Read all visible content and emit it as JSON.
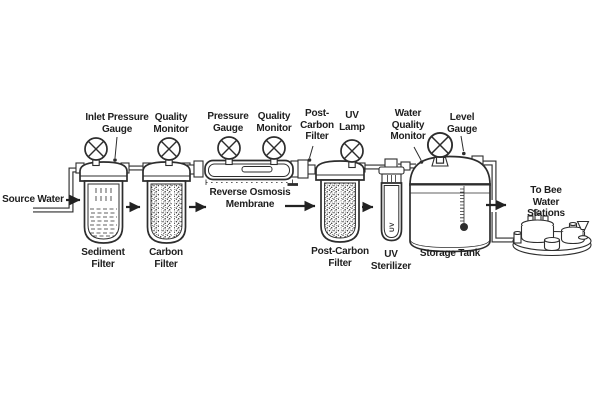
{
  "colors": {
    "background": "#ffffff",
    "line": "#2d2d2d",
    "text": "#1e1e1e"
  },
  "labels": {
    "source_water": "Source Water",
    "inlet_pressure_gauge": "Inlet Pressure\nGauge",
    "quality_monitor_1": "Quality\nMonitor",
    "pressure_gauge": "Pressure\nGauge",
    "quality_monitor_2": "Quality\nMonitor",
    "post_carbon_filter_top": "Post-\nCarbon\nFilter",
    "uv_lamp": "UV\nLamp",
    "water_quality_monitor": "Water\nQuality\nMonitor",
    "level_gauge": "Level\nGauge",
    "reverse_osmosis_membrane": "Reverse Osmosis\nMembrane",
    "sediment_filter": "Sediment\nFilter",
    "carbon_filter": "Carbon\nFilter",
    "post_carbon_filter_bottom": "Post-Carbon\nFilter",
    "uv_sterilizer": "UV\nSterilizer",
    "storage_tank": "Storage Tank",
    "to_bee_water_stations": "To Bee\nWater Stations",
    "uv_tube_text": "UV"
  },
  "flow_order": [
    "Source Water",
    "Sediment Filter",
    "Carbon Filter",
    "Reverse Osmosis Membrane",
    "Post-Carbon Filter",
    "UV Sterilizer",
    "Storage Tank",
    "Bee Water Stations"
  ]
}
